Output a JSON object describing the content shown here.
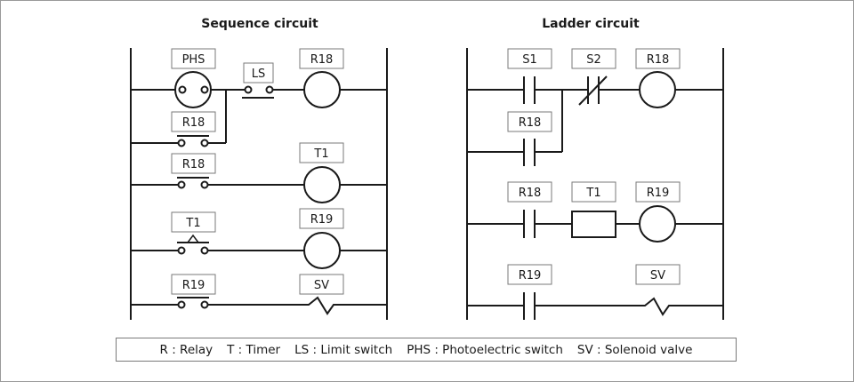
{
  "sequence": {
    "title": "Sequence circuit",
    "labels": {
      "phs": "PHS",
      "ls": "LS",
      "r18_coil": "R18",
      "r18_hold": "R18",
      "r18_t1": "R18",
      "t1_coil": "T1",
      "t1_contact": "T1",
      "r19_coil": "R19",
      "r19_contact": "R19",
      "sv": "SV"
    }
  },
  "ladder": {
    "title": "Ladder circuit",
    "labels": {
      "s1": "S1",
      "s2": "S2",
      "r18_coil": "R18",
      "r18_hold": "R18",
      "r18_contact": "R18",
      "t1": "T1",
      "r19_coil": "R19",
      "r19_contact": "R19",
      "sv": "SV"
    }
  },
  "legend": {
    "relay": "R : Relay",
    "timer": "T : Timer",
    "limit_switch": "LS : Limit switch",
    "photoelectric": "PHS : Photoelectric switch",
    "solenoid": "SV : Solenoid valve"
  }
}
